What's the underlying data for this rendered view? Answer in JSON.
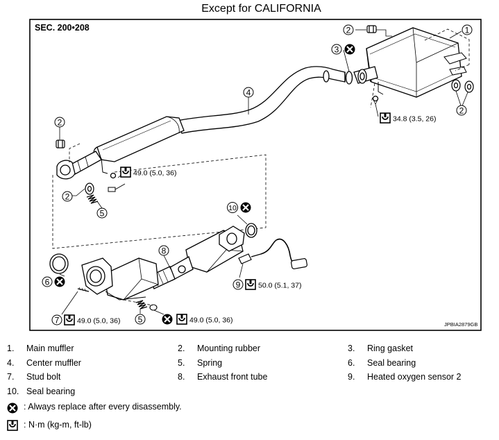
{
  "title": "Except for CALIFORNIA",
  "section": "SEC. 200•208",
  "figure_code": "JPBIA2879GB",
  "callouts": {
    "n1": "1",
    "n2a": "2",
    "n2b": "2",
    "n2c": "2",
    "n2d": "2",
    "n3": "3",
    "n4": "4",
    "n5a": "5",
    "n5b": "5",
    "n6": "6",
    "n7": "7",
    "n8": "8",
    "n9": "9",
    "n10": "10"
  },
  "torques": {
    "t_main_muffler": "34.8 (3.5, 26)",
    "t_center_muffler": "49.0 (5.0, 36)",
    "t_stud_bolt": "49.0 (5.0, 36)",
    "t_front_nut": "49.0 (5.0, 36)",
    "t_sensor": "50.0 (5.1, 37)"
  },
  "legend": [
    {
      "num": "1.",
      "text": "Main muffler"
    },
    {
      "num": "2.",
      "text": "Mounting rubber"
    },
    {
      "num": "3.",
      "text": "Ring gasket"
    },
    {
      "num": "4.",
      "text": "Center muffler"
    },
    {
      "num": "5.",
      "text": "Spring"
    },
    {
      "num": "6.",
      "text": "Seal bearing"
    },
    {
      "num": "7.",
      "text": "Stud bolt"
    },
    {
      "num": "8.",
      "text": "Exhaust front tube"
    },
    {
      "num": "9.",
      "text": "Heated oxygen sensor 2"
    },
    {
      "num": "10.",
      "text": "Seal bearing"
    }
  ],
  "symbols": {
    "replace_text": ": Always replace after every disassembly.",
    "torque_text": ": N·m (kg-m, ft-lb)"
  },
  "icons": {
    "replace": "always-replace-icon",
    "torque": "torque-wrench-icon"
  }
}
